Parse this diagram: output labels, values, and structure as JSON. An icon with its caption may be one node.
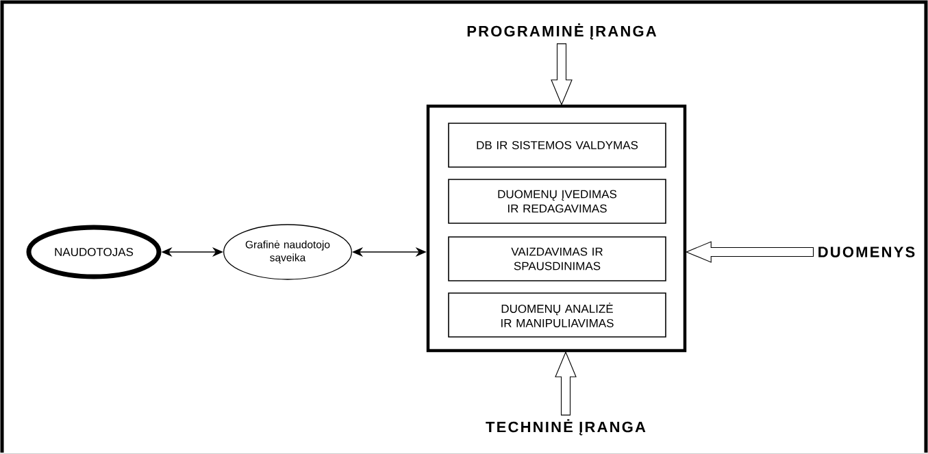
{
  "diagram": {
    "nodes": [
      {
        "text": [
          "NAUDOTOJAS"
        ]
      },
      {
        "text": [
          "Grafinė naudotojo sąveika"
        ]
      },
      {
        "text": [],
        "shape": "box"
      },
      {
        "text": [
          "DB IR SISTEMOS VALDYMAS"
        ],
        "in": 2
      },
      {
        "text": [
          "DUOMENŲ ĮVEDIMAS IR REDAGAVIMAS"
        ],
        "in": 2
      },
      {
        "text": [
          "VAIZDAVIMAS IR SPAUSDINIMAS"
        ],
        "in": 2
      },
      {
        "text": [
          "DUOMENŲ ANALIZĖ IR MANIPULIAVIMAS"
        ],
        "in": 2
      },
      {
        "text": [
          "PROGRAMINĖ ĮRANGA"
        ]
      },
      {
        "text": [
          "DUOMENYS"
        ]
      },
      {
        "text": [
          "TECHNINĖ ĮRANGA"
        ]
      }
    ],
    "edges": [
      {
        "from": 0,
        "to": 1,
        "arrow": "both"
      },
      {
        "from": 1,
        "to": 2,
        "arrow": "both"
      },
      {
        "from": 7,
        "to": 2,
        "arrow": "to",
        "style": "thick"
      },
      {
        "from": 8,
        "to": 2,
        "arrow": "to",
        "style": "thick"
      },
      {
        "from": 9,
        "to": 2,
        "arrow": "to",
        "style": "thick"
      }
    ]
  }
}
